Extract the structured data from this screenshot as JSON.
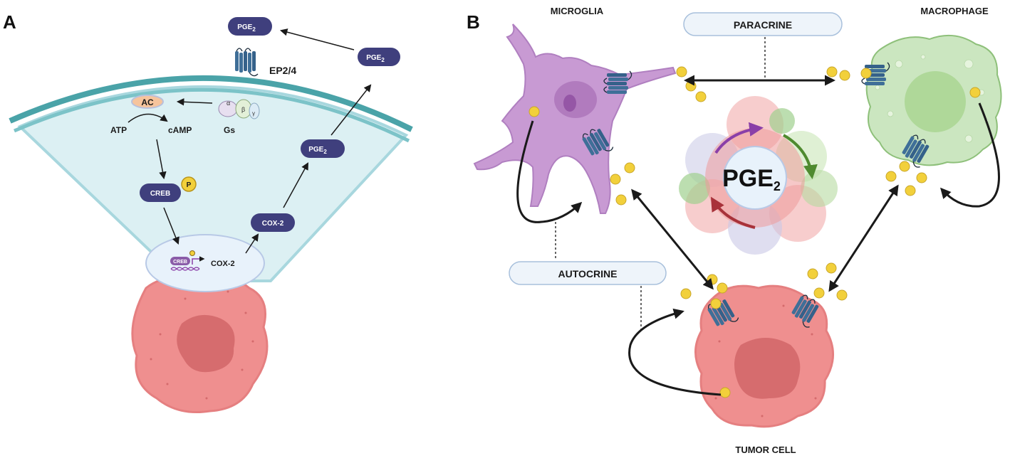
{
  "panel_a": {
    "letter": "A",
    "pge2_top": "PGE",
    "pge2_right": "PGE",
    "pge2_mid": "PGE",
    "receptor_label": "EP2/4",
    "ac_label": "AC",
    "atp_label": "ATP",
    "camp_label": "cAMP",
    "gs_label": "Gs",
    "g_alpha": "α",
    "g_beta": "β",
    "g_gamma": "γ",
    "creb_label": "CREB",
    "phospho_label": "P",
    "cox2_protein": "COX-2",
    "nucleus_creb": "CREB",
    "nucleus_gene": "COX-2",
    "subscript": "2"
  },
  "panel_b": {
    "letter": "B",
    "microglia": "MICROGLIA",
    "macrophage": "MACROPHAGE",
    "tumor_cell": "TUMOR CELL",
    "paracrine": "PARACRINE",
    "autocrine": "AUTOCRINE",
    "center_label": "PGE",
    "subscript": "2"
  },
  "colors": {
    "pill": "#3f3f7d",
    "receptor": "#3f6f98",
    "pge2_dot": "#f2d03b",
    "membrane": "#4aa3a8",
    "cytoplasm": "#dcf0f3",
    "tumor": "#ef8f8f",
    "microglia": "#c89ad3",
    "macrophage": "#cbe6c0"
  }
}
